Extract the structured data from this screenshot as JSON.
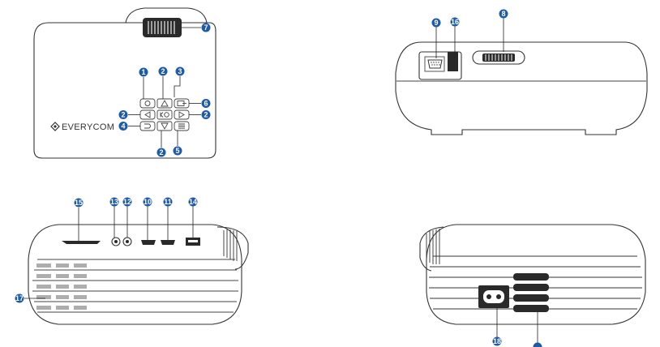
{
  "brand": {
    "name": "EVERYCOM"
  },
  "colors": {
    "callout": "#1d5aa8",
    "outline": "#333333",
    "dark": "#2a2a2a"
  },
  "callouts": {
    "c1": "1",
    "c2a": "2",
    "c3": "3",
    "c2b": "2",
    "c6": "6",
    "c2c": "2",
    "c4": "4",
    "c2d": "2",
    "c5": "5",
    "c7": "7",
    "c9": "9",
    "c16": "16",
    "c8": "8",
    "c15": "15",
    "c13": "13",
    "c12": "12",
    "c10": "10",
    "c11": "11",
    "c14": "14",
    "c17": "17",
    "c18": "18"
  },
  "icons": [
    "power-icon",
    "up-arrow-icon",
    "input-source-icon",
    "left-arrow-icon",
    "ok-icon",
    "right-arrow-icon",
    "back-icon",
    "down-arrow-icon",
    "menu-icon"
  ]
}
